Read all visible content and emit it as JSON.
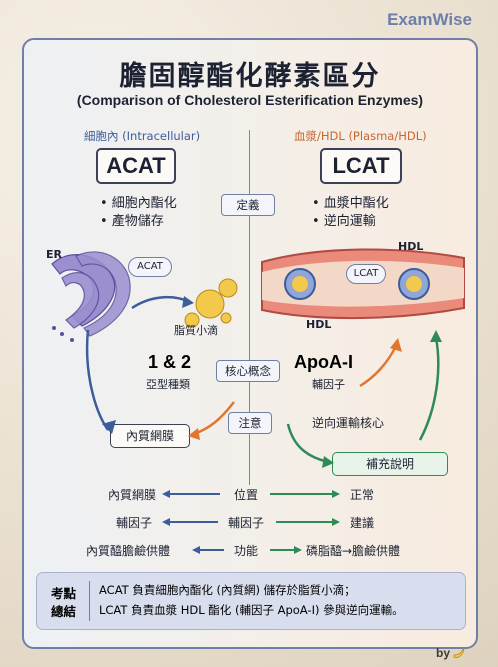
{
  "brand": "ExamWise",
  "title": "膽固醇酯化酵素區分",
  "subtitle": "(Comparison of Cholesterol Esterification Enzymes)",
  "left": {
    "section": "細胞內 (Intracellular)",
    "enzyme": "ACAT",
    "bullets": [
      "• 細胞內酯化",
      "• 產物儲存"
    ],
    "er_label": "ER",
    "acat_tag": "ACAT",
    "droplet_label": "脂質小滴",
    "subtypes": "1 & 2",
    "subtypes_label": "亞型種類",
    "location": "內質網膜"
  },
  "right": {
    "section": "血漿/HDL (Plasma/HDL)",
    "enzyme": "LCAT",
    "bullets": [
      "• 血漿中酯化",
      "• 逆向運輸"
    ],
    "hdl_top": "HDL",
    "hdl_bottom": "HDL",
    "lcat_tag": "LCAT",
    "cofactor": "ApoA-I",
    "cofactor_label": "輔因子",
    "core": "逆向運輸核心",
    "extra": "補充說明"
  },
  "center": {
    "definition": "定義",
    "core_concept": "核心概念",
    "note": "注意"
  },
  "comparison": [
    {
      "left": "內質網膜",
      "center": "位置",
      "right": "正常"
    },
    {
      "left": "輔因子",
      "center": "輔因子",
      "right": "建議"
    },
    {
      "left": "內質醯膽鹼供體",
      "center": "功能",
      "right": "磷脂醯→膽鹼供體"
    }
  ],
  "summary": {
    "label_1": "考點",
    "label_2": "總結",
    "line_1": "ACAT 負責細胞內酯化 (內質網) 儲存於脂質小滴；",
    "line_2": "LCAT 負責血漿 HDL 酯化 (輔因子 ApoA-I) 參與逆向運輸。"
  },
  "byline": "by",
  "colors": {
    "blue": "#3d5c9c",
    "orange": "#e2762f",
    "green": "#2e8b55",
    "border": "#6f7fa6"
  }
}
